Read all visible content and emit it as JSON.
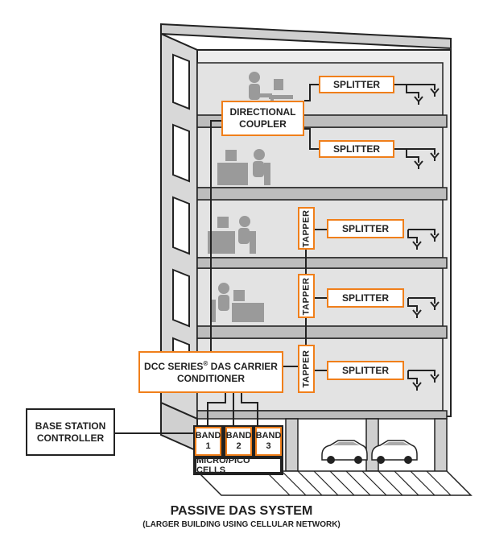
{
  "labels": {
    "directional_coupler": "DIRECTIONAL\nCOUPLER",
    "splitter_1": "SPLITTER",
    "splitter_2": "SPLITTER",
    "splitter_3": "SPLITTER",
    "splitter_4": "SPLITTER",
    "splitter_5": "SPLITTER",
    "tapper_1": "TAPPER",
    "tapper_2": "TAPPER",
    "tapper_3": "TAPPER",
    "dcc_line1": "DCC SERIES",
    "dcc_reg": "®",
    "dcc_line1_rest": " DAS CARRIER",
    "dcc_line2": "CONDITIONER",
    "base_station": "BASE STATION\nCONTROLLER",
    "band_1": "BAND\n1",
    "band_2": "BAND\n2",
    "band_3": "BAND\n3",
    "micro_pico": "MICRO/PICO CELLS"
  },
  "caption": {
    "title": "PASSIVE DAS SYSTEM",
    "subtitle": "(LARGER BUILDING USING CELLULAR NETWORK)"
  },
  "colors": {
    "accent_orange": "#f07f1a",
    "building_outline": "#222222",
    "floor_fill": "#e6e6e6",
    "slab_fill": "#bdbdbd",
    "people_gray": "#9a9a9a"
  },
  "icons": [
    "antenna-icon",
    "office-worker-icon",
    "car-icon"
  ]
}
